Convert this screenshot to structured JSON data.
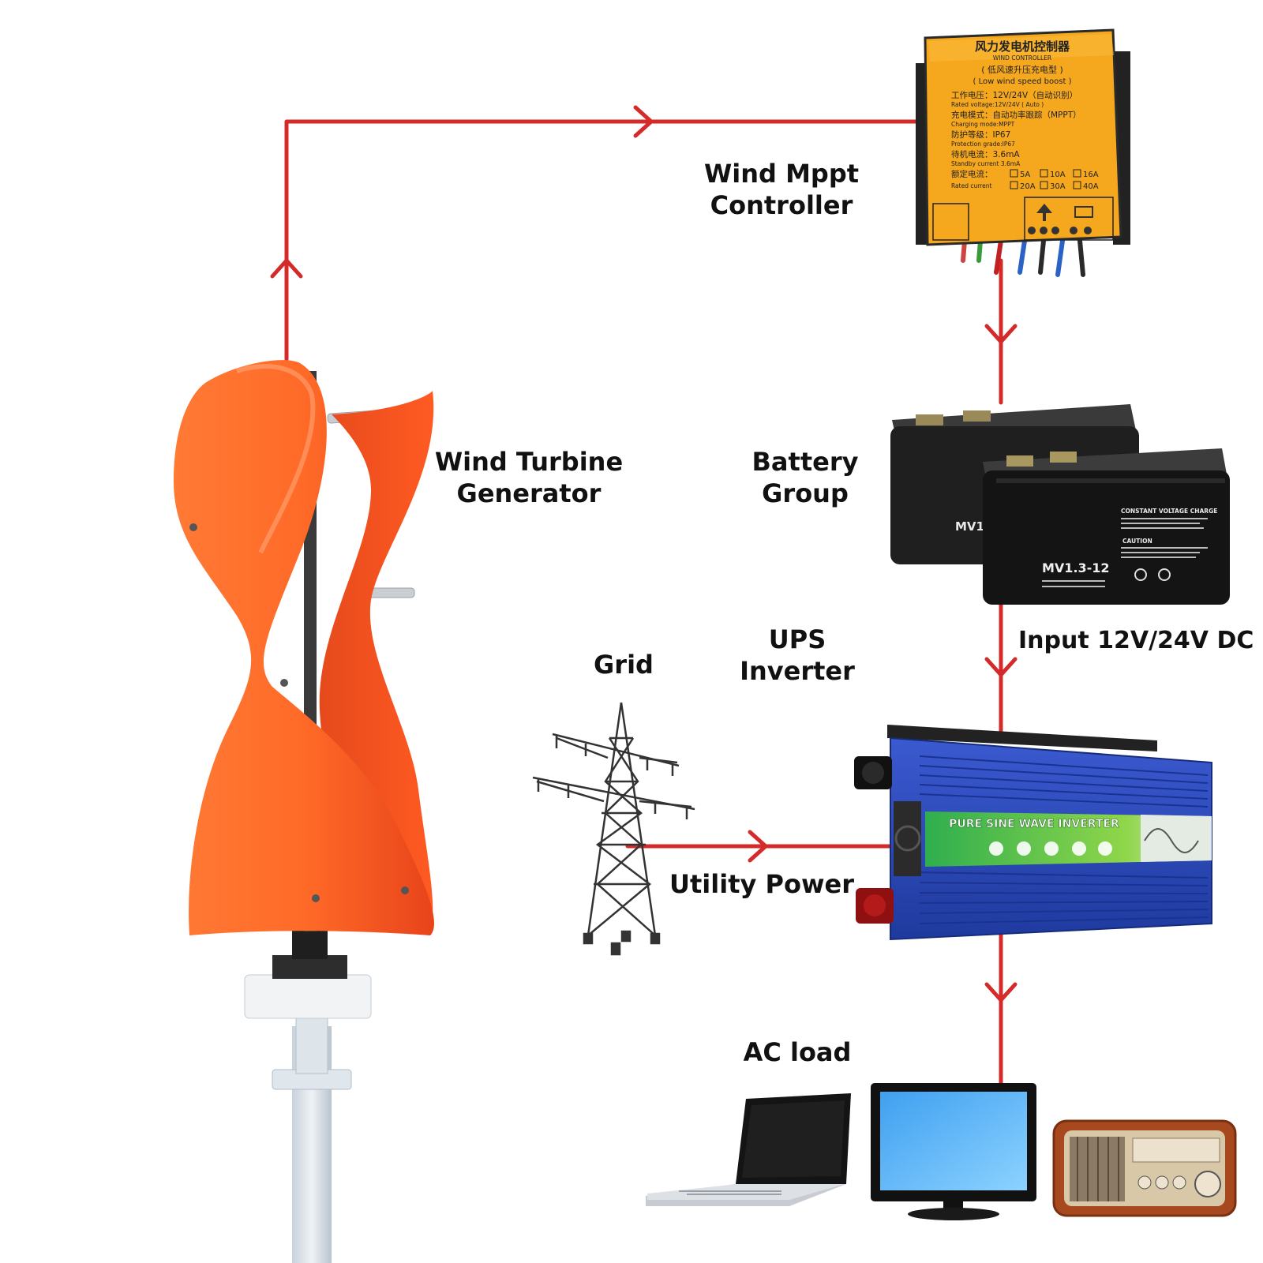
{
  "colors": {
    "wire": "#d42a2a",
    "turbine": "#ff6a2a",
    "controller": "#f7a61e",
    "battery": "#1e1e1e",
    "inverter": "#2a47b8",
    "inverter_panel": "#3fbf4a"
  },
  "labels": {
    "controller_line1": "Wind Mppt",
    "controller_line2": "Controller",
    "turbine_line1": "Wind Turbine",
    "turbine_line2": "Generator",
    "battery_line1": "Battery",
    "battery_line2": "Group",
    "ups_line1": "UPS",
    "ups_line2": "Inverter",
    "grid": "Grid",
    "input": "Input 12V/24V DC",
    "utility": "Utility Power",
    "ac_load": "AC load"
  },
  "controller_text": {
    "title_cn": "风力发电机控制器",
    "title_en": "WIND CONTROLLER",
    "sub_cn": "( 低风速升压充电型 )",
    "sub_en": "( Low wind speed boost )",
    "voltage_cn": "工作电压：12V/24V（自动识别）",
    "voltage_en": "Rated voltage:12V/24V ( Auto )",
    "mode_cn": "充电模式：自动功率跟踪（MPPT）",
    "mode_en": "Charging mode:MPPT",
    "protect_cn": "防护等级：IP67",
    "protect_en": "Protection grade:IP67",
    "standby_cn": "待机电流：3.6mA",
    "standby_en": "Standby current 3.6mA",
    "current_cn": "额定电流：",
    "current_en": "Rated current",
    "opt1": "5A",
    "opt2": "10A",
    "opt3": "16A",
    "opt4": "20A",
    "opt5": "30A",
    "opt6": "40A"
  },
  "battery_text": {
    "model_front": "MV1.3-12",
    "model_back": "MV1",
    "charge_title": "CONSTANT VOLTAGE CHARGE",
    "caution": "CAUTION"
  },
  "inverter_text": {
    "panel_title": "PURE SINE WAVE INVERTER"
  }
}
